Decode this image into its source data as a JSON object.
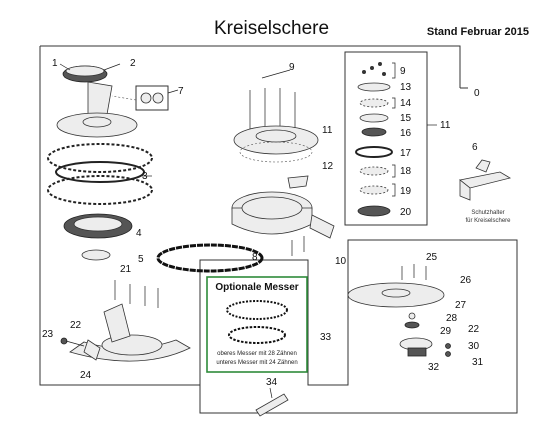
{
  "header": {
    "title": "Kreiselschere",
    "date": "Stand Februar 2015"
  },
  "callouts": {
    "c0": "0",
    "c1": "1",
    "c2": "2",
    "c3": "3",
    "c4": "4",
    "c5": "5",
    "c6": "6",
    "c7": "7",
    "c8": "8",
    "c9": "9",
    "c9b": "9",
    "c10": "10",
    "c11": "11",
    "c11b": "11",
    "c12": "12",
    "c13": "13",
    "c14": "14",
    "c15": "15",
    "c16": "16",
    "c17": "17",
    "c18": "18",
    "c19": "19",
    "c20": "20",
    "c21": "21",
    "c22": "22",
    "c22b": "22",
    "c23": "23",
    "c24": "24",
    "c25": "25",
    "c26": "26",
    "c27": "27",
    "c28": "28",
    "c29": "29",
    "c30": "30",
    "c31": "31",
    "c32": "32",
    "c33": "33",
    "c34": "34"
  },
  "holder": {
    "line1": "Schutzhalter",
    "line2": "für Kreiselschere"
  },
  "optional": {
    "title": "Optionale Messer",
    "upper": "oberes Messer mit 28 Zähnen",
    "lower": "unteres Messer mit 24 Zähnen"
  }
}
